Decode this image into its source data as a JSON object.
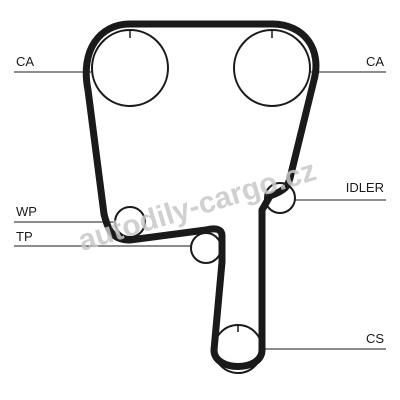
{
  "labels": {
    "ca_left": "CA",
    "ca_right": "CA",
    "wp": "WP",
    "idler": "IDLER",
    "tp": "TP",
    "cs": "CS"
  },
  "watermark": {
    "text": "autodily-cargo.cz",
    "color": "#c8c8c8"
  },
  "colors": {
    "belt": "#1a1a1a",
    "pulley_stroke": "#1a1a1a",
    "leader": "#1a1a1a",
    "background": "#ffffff"
  }
}
